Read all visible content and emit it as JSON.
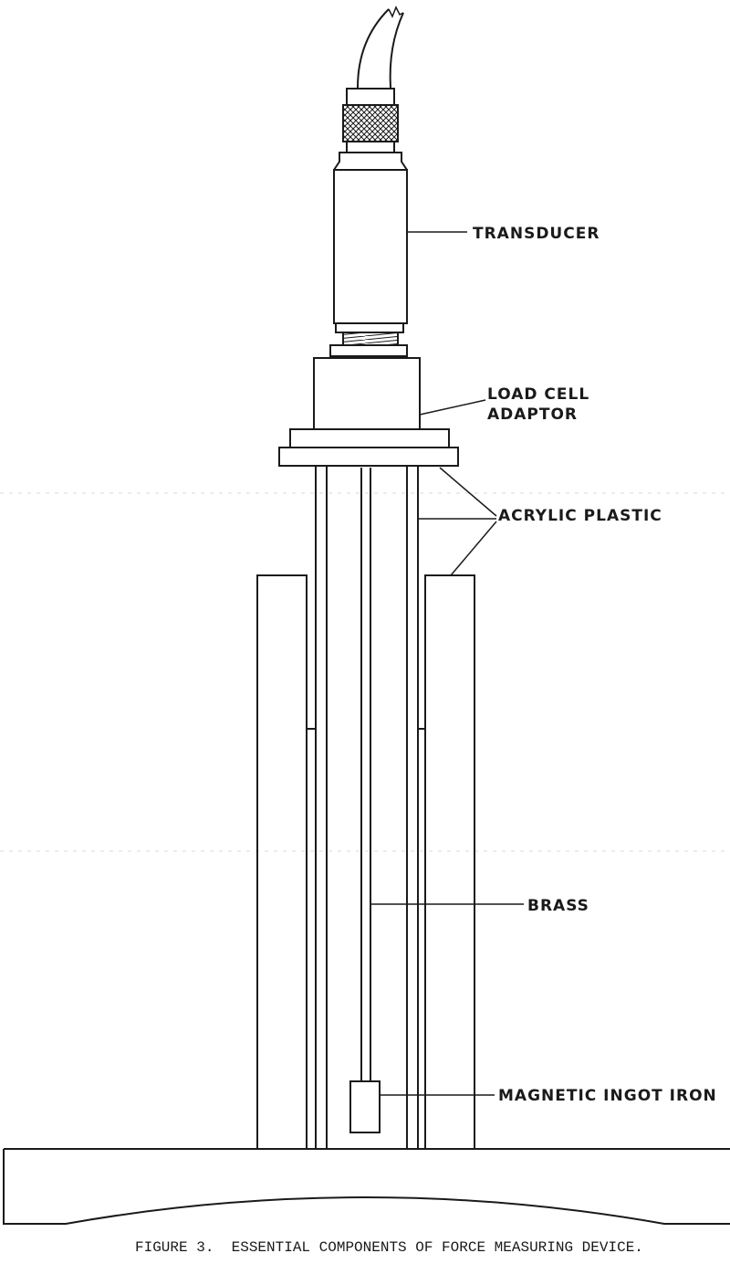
{
  "labels": {
    "transducer": "TRANSDUCER",
    "load_cell_line1": "LOAD CELL",
    "load_cell_line2": "ADAPTOR",
    "acrylic_plastic": "ACRYLIC PLASTIC",
    "brass": "BRASS",
    "magnetic_ingot_iron": "MAGNETIC INGOT IRON"
  },
  "caption": "FIGURE 3.  ESSENTIAL COMPONENTS OF FORCE MEASURING DEVICE."
}
